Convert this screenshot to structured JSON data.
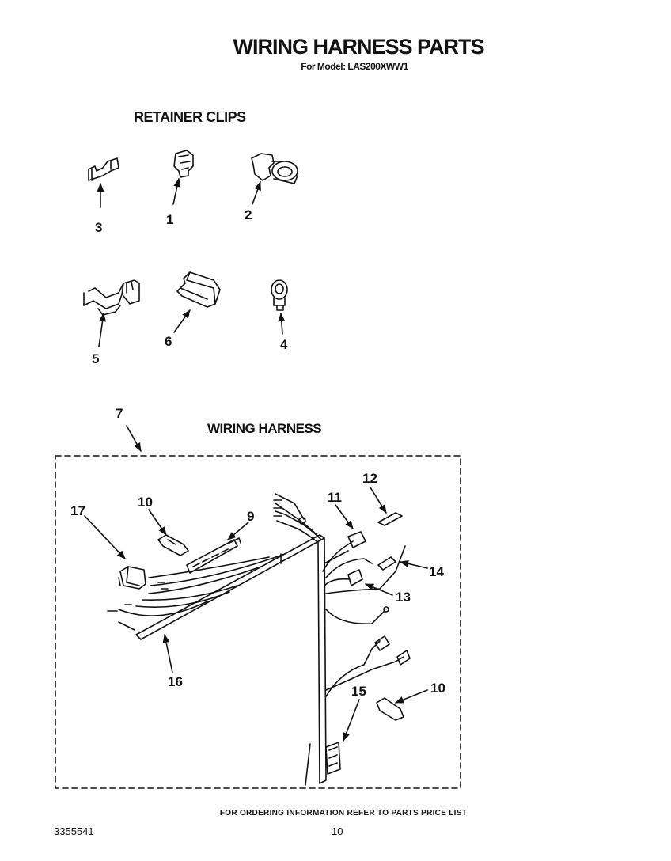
{
  "header": {
    "title": "WIRING HARNESS PARTS",
    "model": "For Model: LAS200XWW1"
  },
  "sections": {
    "retainer_clips": "RETAINER CLIPS",
    "wiring_harness": "WIRING HARNESS"
  },
  "callouts": {
    "c1": "1",
    "c2": "2",
    "c3": "3",
    "c4": "4",
    "c5": "5",
    "c6": "6",
    "c7": "7",
    "c9": "9",
    "c10a": "10",
    "c10b": "10",
    "c11": "11",
    "c12": "12",
    "c13": "13",
    "c14": "14",
    "c15": "15",
    "c16": "16",
    "c17": "17"
  },
  "footer": {
    "ordering_note": "FOR ORDERING INFORMATION REFER TO PARTS PRICE LIST",
    "document_number": "3355541",
    "page_number": "10"
  }
}
